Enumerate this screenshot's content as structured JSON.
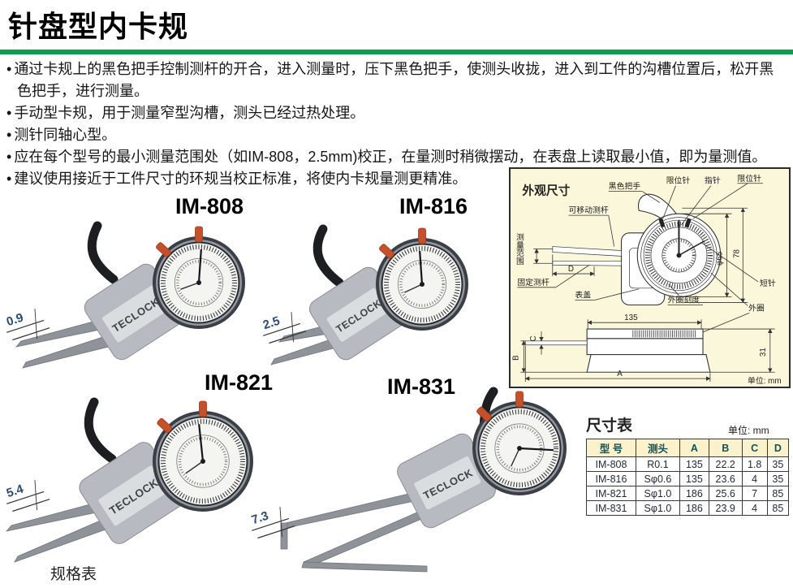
{
  "page": {
    "title": "针盘型内卡规",
    "accent_green": "#0d9b4c"
  },
  "intro": {
    "bullets": [
      "通过卡规上的黑色把手控制测杆的开合，进入测量时，压下黑色把手，使测头收拢，进入到工件的沟槽位置后，松开黑色把手，进行测量。",
      "手动型卡规，用于测量窄型沟槽，测头已经过热处理。",
      "测针同轴心型。",
      "应在每个型号的最小测量范围处（如IM-808，2.5mm)校正，在量测时稍微摆动，在表盘上读取最小值，即为量测值。",
      "建议使用接近于工件尺寸的环规当校正标准，将使内卡规量测更精准。"
    ]
  },
  "products": [
    {
      "label": "IM-808",
      "brand": "TECLOCK",
      "annotation": "0.9"
    },
    {
      "label": "IM-816",
      "brand": "TECLOCK",
      "annotation": "2.5"
    },
    {
      "label": "IM-821",
      "brand": "TECLOCK",
      "annotation": "5.4"
    },
    {
      "label": "IM-831",
      "brand": "TECLOCK",
      "annotation": "7.3"
    }
  ],
  "diagram": {
    "title": "外观尺寸",
    "unit": "单位: mm",
    "labels": {
      "black_handle": "黑色把手",
      "limit_pin_left": "限位针",
      "pointer": "指针",
      "limit_pin_right": "限位针",
      "movable_rod": "可移动测杆",
      "measuring_range": "测量范围",
      "dim_d": "D",
      "fixed_rod": "固定测杆",
      "dial_cover": "表盖",
      "outer_scale": "外圈刻度",
      "outer_ring": "外圈",
      "short_needle": "短针",
      "dia65": "φ65",
      "h78": "78",
      "w135": "135",
      "h31": "31",
      "dim_c": "C",
      "dim_b": "B",
      "dim_a": "A"
    }
  },
  "size_table": {
    "title": "尺寸表",
    "unit": "单位: mm",
    "headers": [
      "型 号",
      "测头",
      "A",
      "B",
      "C",
      "D"
    ],
    "rows": [
      [
        "IM-808",
        "R0.1",
        "135",
        "22.2",
        "1.8",
        "35"
      ],
      [
        "IM-816",
        "Sφ0.6",
        "135",
        "23.6",
        "4",
        "35"
      ],
      [
        "IM-821",
        "Sφ1.0",
        "186",
        "25.6",
        "7",
        "85"
      ],
      [
        "IM-831",
        "Sφ1.0",
        "186",
        "23.9",
        "4",
        "85"
      ]
    ]
  },
  "footer": {
    "spec_label": "规格表"
  }
}
